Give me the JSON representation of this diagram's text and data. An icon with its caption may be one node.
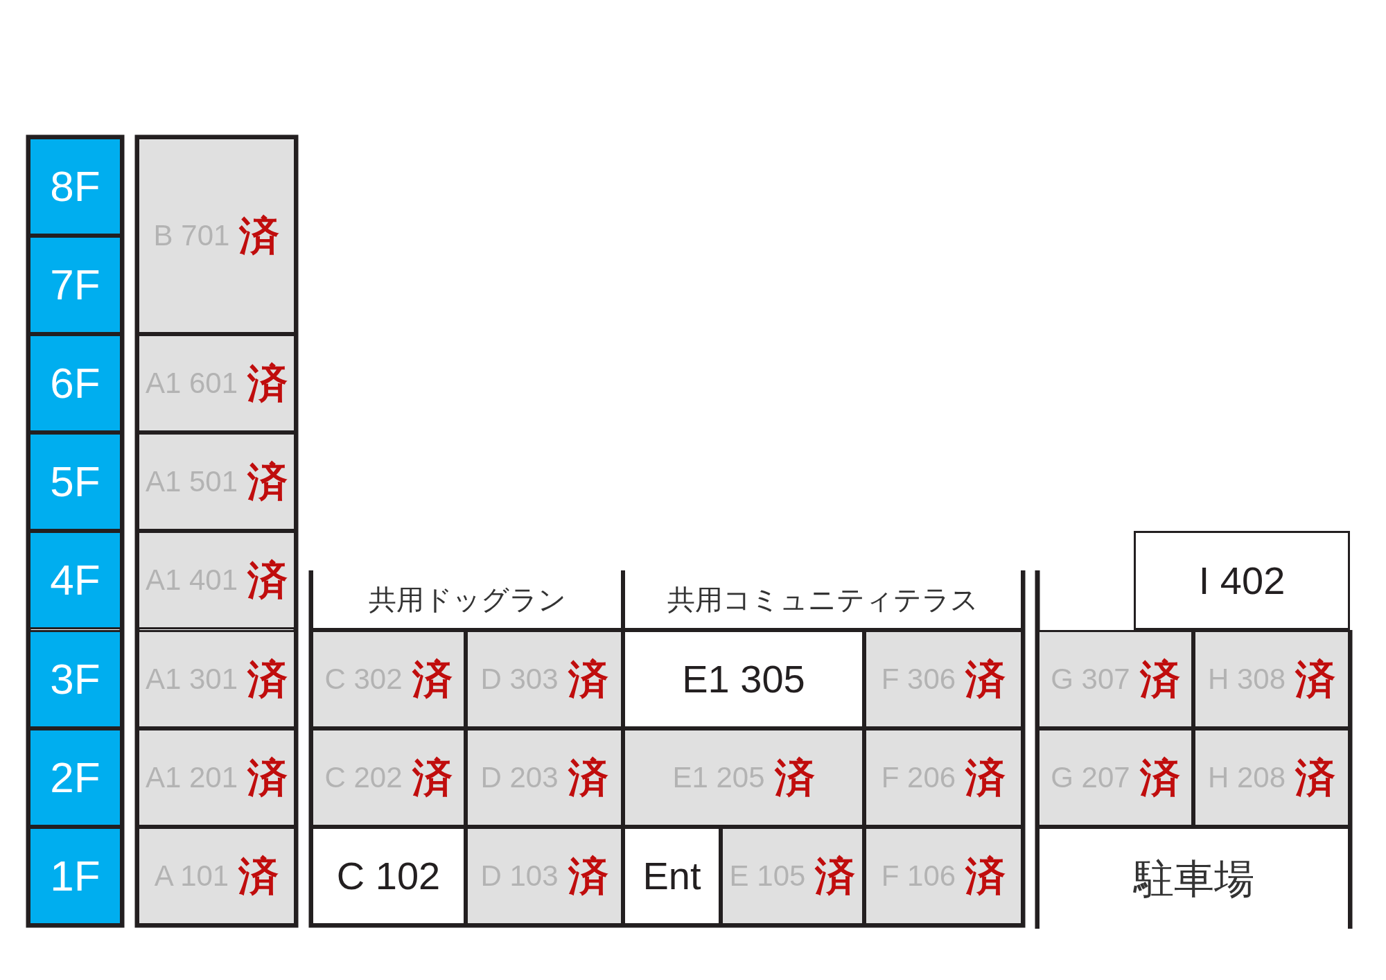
{
  "diagram": {
    "nodes": [
      {
        "text": [
          "8F"
        ]
      },
      {
        "text": [
          "7F"
        ]
      },
      {
        "text": [
          "6F"
        ]
      },
      {
        "text": [
          "5F"
        ]
      },
      {
        "text": [
          "4F"
        ]
      },
      {
        "text": [
          "3F"
        ]
      },
      {
        "text": [
          "2F"
        ]
      },
      {
        "text": [
          "1F"
        ]
      },
      {
        "text": [
          "B 701",
          "済"
        ]
      },
      {
        "text": [
          "A1 601",
          "済"
        ]
      },
      {
        "text": [
          "A1 501",
          "済"
        ]
      },
      {
        "text": [
          "A1 401",
          "済"
        ]
      },
      {
        "text": [
          "A1 301",
          "済"
        ]
      },
      {
        "text": [
          "A1 201",
          "済"
        ]
      },
      {
        "text": [
          "A 101",
          "済"
        ]
      },
      {
        "text": [
          "I 402"
        ]
      },
      {
        "text": [
          "共用ドッグラン"
        ]
      },
      {
        "text": [
          "共用コミュニティテラス"
        ]
      },
      {
        "text": [
          "C 302",
          "済"
        ]
      },
      {
        "text": [
          "D 303",
          "済"
        ]
      },
      {
        "text": [
          "E1 305"
        ]
      },
      {
        "text": [
          "F 306",
          "済"
        ]
      },
      {
        "text": [
          "G 307",
          "済"
        ]
      },
      {
        "text": [
          "H 308",
          "済"
        ]
      },
      {
        "text": [
          "C 202",
          "済"
        ]
      },
      {
        "text": [
          "D 203",
          "済"
        ]
      },
      {
        "text": [
          "E1 205",
          "済"
        ]
      },
      {
        "text": [
          "F 206",
          "済"
        ]
      },
      {
        "text": [
          "G 207",
          "済"
        ]
      },
      {
        "text": [
          "H 208",
          "済"
        ]
      },
      {
        "text": [
          "C 102"
        ]
      },
      {
        "text": [
          "D 103",
          "済"
        ]
      },
      {
        "text": [
          "Ent"
        ]
      },
      {
        "text": [
          "E 105",
          "済"
        ]
      },
      {
        "text": [
          "F 106",
          "済"
        ]
      },
      {
        "text": [
          "駐車場"
        ]
      }
    ]
  }
}
